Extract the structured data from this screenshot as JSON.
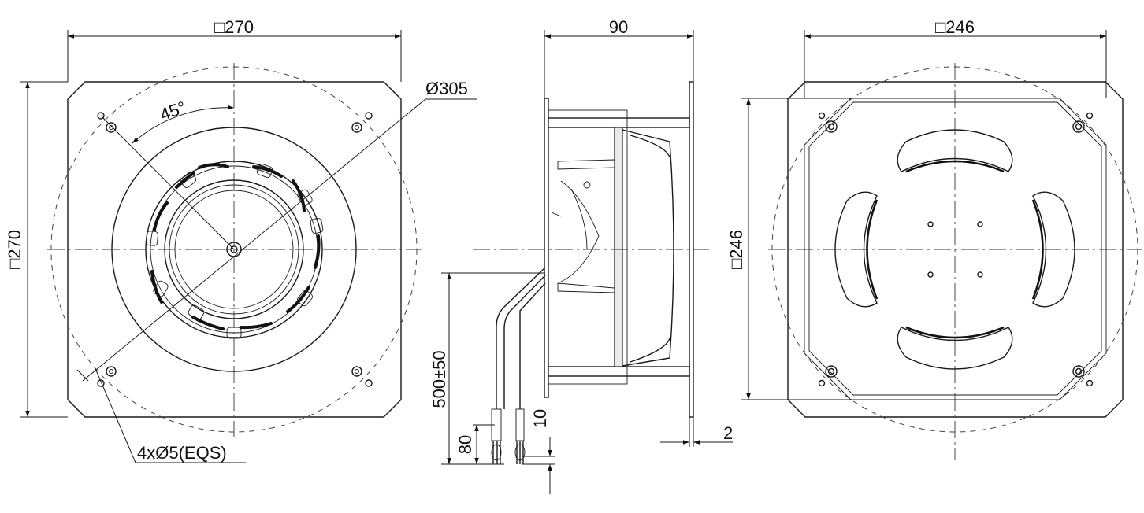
{
  "labels": {
    "front_width": "□270",
    "front_height": "□270",
    "front_diameter": "Ø305",
    "front_angle": "45°",
    "front_holes": "4xØ5(EQS)",
    "side_depth": "90",
    "side_cable_length": "500±50",
    "side_strip_length": "80",
    "side_wire_end": "10",
    "side_flange_thickness": "2",
    "back_width": "□246",
    "back_height": "□246"
  },
  "colors": {
    "line": "#1a1a1a",
    "background": "#ffffff"
  }
}
